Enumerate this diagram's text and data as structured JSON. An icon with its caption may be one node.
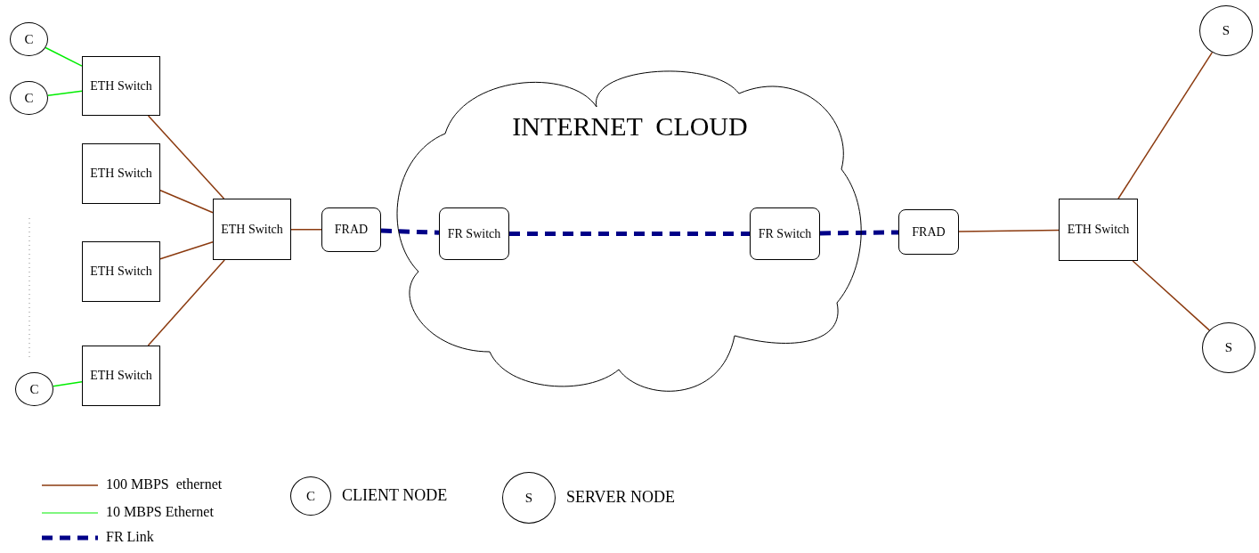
{
  "diagram": {
    "nodes": [
      {
        "text": [
          "C"
        ]
      },
      {
        "text": [
          "C"
        ]
      },
      {
        "text": [
          "ETH Switch"
        ]
      },
      {
        "text": [
          "ETH Switch"
        ]
      },
      {
        "text": [
          "ETH Switch"
        ]
      },
      {
        "text": [
          "ETH Switch"
        ]
      },
      {
        "text": [
          "C"
        ]
      },
      {
        "text": [
          "ETH Switch"
        ]
      },
      {
        "text": [
          "FRAD"
        ]
      },
      {
        "text": [
          "INTERNET  CLOUD"
        ]
      },
      {
        "text": [
          "FR Switch"
        ],
        "in": 9
      },
      {
        "text": [
          "FR Switch"
        ],
        "in": 9
      },
      {
        "text": [
          "FRAD"
        ]
      },
      {
        "text": [
          "ETH Switch"
        ]
      },
      {
        "text": [
          "S"
        ]
      },
      {
        "text": [
          "S"
        ]
      }
    ],
    "edges": [
      {
        "from": 0,
        "to": 2,
        "arrow": "none",
        "color": "#00ee00"
      },
      {
        "from": 1,
        "to": 2,
        "arrow": "none",
        "color": "#00ee00"
      },
      {
        "from": 6,
        "to": 5,
        "arrow": "none",
        "color": "#00ee00"
      },
      {
        "from": 2,
        "to": 7,
        "arrow": "none"
      },
      {
        "from": 3,
        "to": 7,
        "arrow": "none"
      },
      {
        "from": 4,
        "to": 7,
        "arrow": "none"
      },
      {
        "from": 5,
        "to": 7,
        "arrow": "none"
      },
      {
        "from": 7,
        "to": 8,
        "arrow": "none"
      },
      {
        "from": 8,
        "to": 10,
        "arrow": "none",
        "style": "dashed",
        "color": "#000088"
      },
      {
        "from": 10,
        "to": 11,
        "arrow": "none",
        "style": "dashed",
        "color": "#000088"
      },
      {
        "from": 11,
        "to": 12,
        "arrow": "none",
        "style": "dashed",
        "color": "#000088"
      },
      {
        "from": 12,
        "to": 13,
        "arrow": "none"
      },
      {
        "from": 13,
        "to": 14,
        "arrow": "none"
      },
      {
        "from": 13,
        "to": 15,
        "arrow": "none"
      }
    ],
    "labels": [
      "C",
      "S"
    ],
    "legend": [
      {
        "text": "100 MBPS  ethernet"
      },
      {
        "text": "10 MBPS Ethernet"
      },
      {
        "text": "FR Link"
      },
      {
        "text": "CLIENT NODE"
      },
      {
        "text": "SERVER NODE"
      }
    ]
  }
}
